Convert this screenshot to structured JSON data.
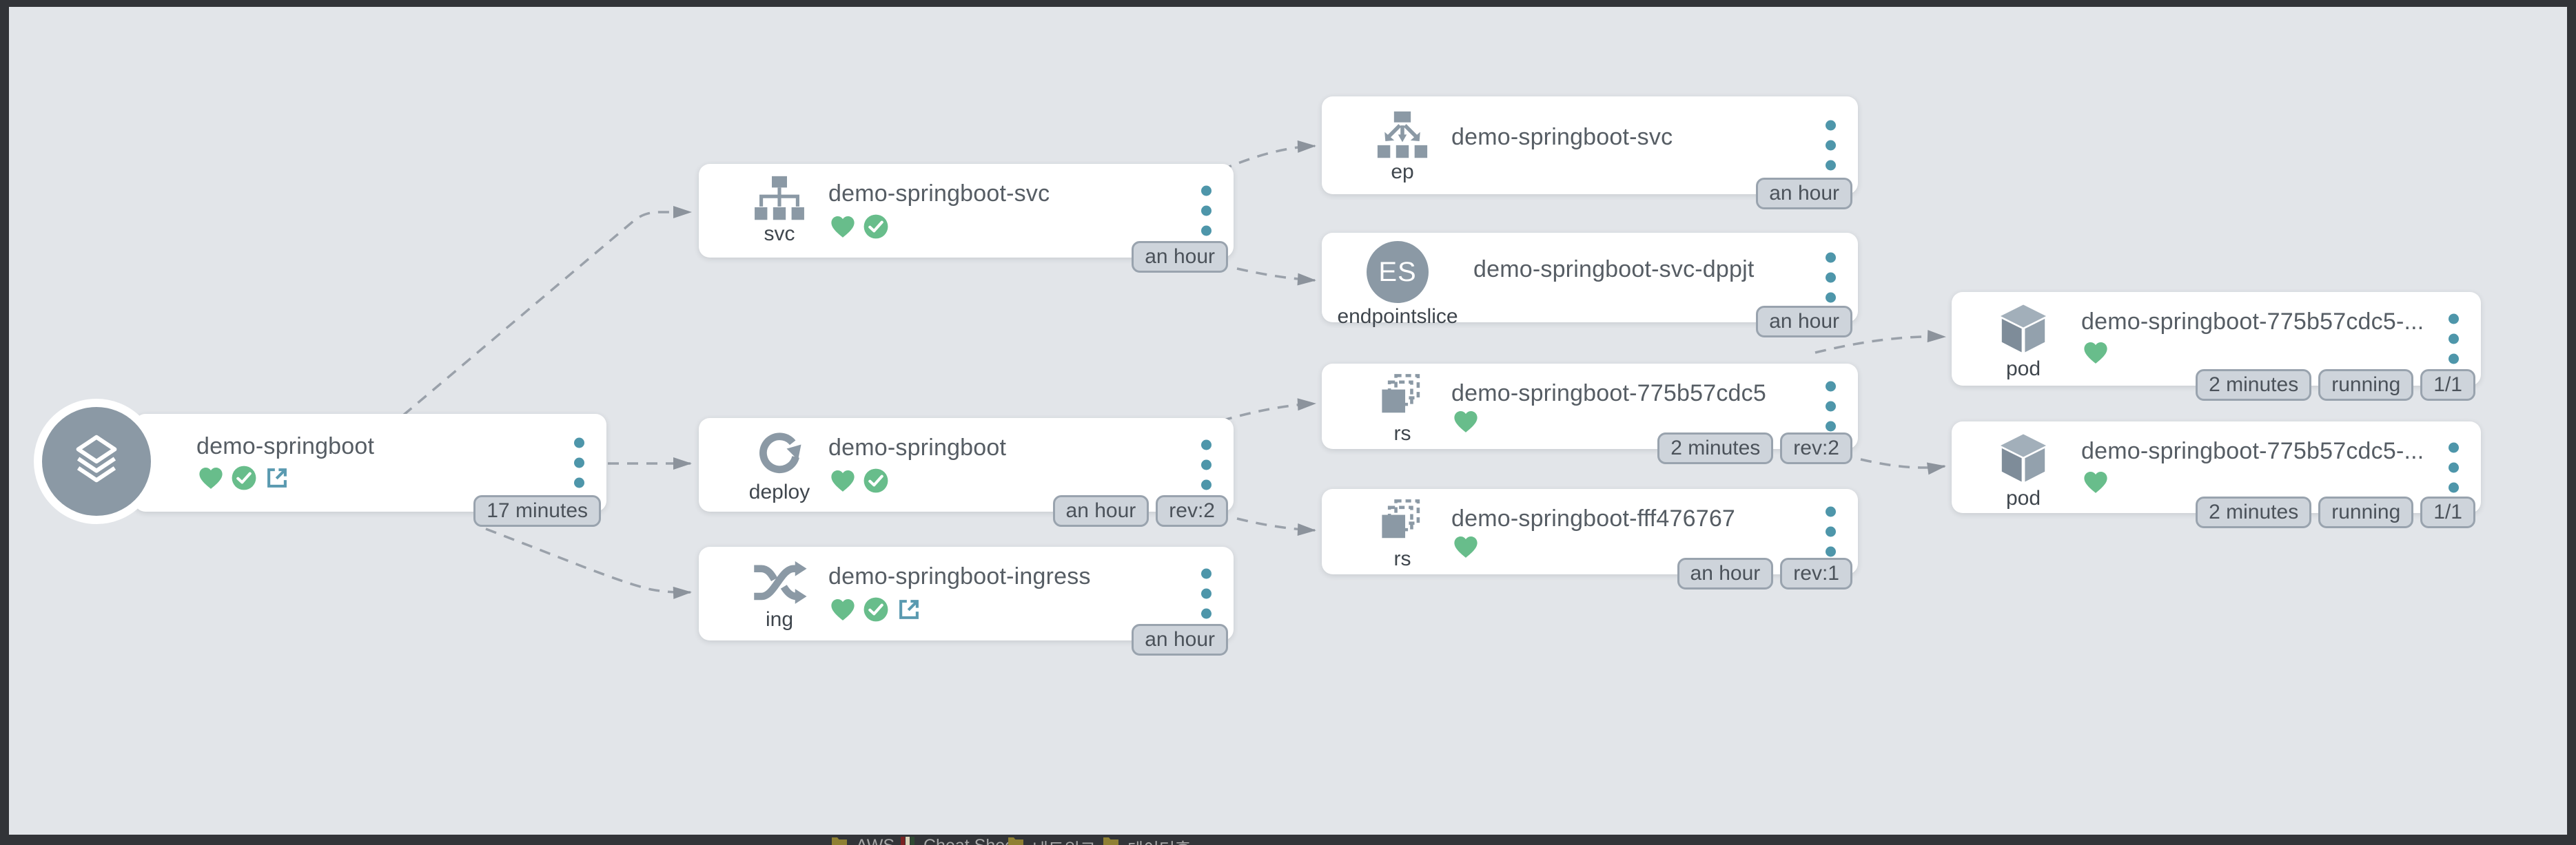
{
  "colors": {
    "frame": "#323438",
    "canvas": "#e2e5e9",
    "card": "#ffffff",
    "icon": "#8b99a5",
    "icon_light": "#a2afba",
    "icon_dark": "#7e8c99",
    "title": "#565d64",
    "label": "#3f464d",
    "green": "#68bd8b",
    "teal": "#4e96aa",
    "badge_bg": "#ced4db",
    "badge_border": "#99a3ae",
    "badge_text": "#4b525a",
    "edge": "#9aa1aa",
    "arrow": "#8c939c",
    "bm_text": "#a6a6a6",
    "folder": "#8f8033"
  },
  "graph": {
    "nodes": [
      {
        "kind": "application",
        "type_label": "",
        "title": "demo-springboot",
        "badges": [
          "17 minutes"
        ],
        "status_icons": [
          "healthy-heart",
          "ready-check",
          "external-link"
        ]
      },
      {
        "kind": "service",
        "type_label": "svc",
        "title": "demo-springboot-svc",
        "badges": [
          "an hour"
        ],
        "status_icons": [
          "healthy-heart",
          "ready-check"
        ]
      },
      {
        "kind": "deployment",
        "type_label": "deploy",
        "title": "demo-springboot",
        "badges": [
          "an hour",
          "rev:2"
        ],
        "status_icons": [
          "healthy-heart",
          "ready-check"
        ]
      },
      {
        "kind": "ingress",
        "type_label": "ing",
        "title": "demo-springboot-ingress",
        "badges": [
          "an hour"
        ],
        "status_icons": [
          "healthy-heart",
          "ready-check",
          "external-link"
        ]
      },
      {
        "kind": "endpoints",
        "type_label": "ep",
        "title": "demo-springboot-svc",
        "badges": [
          "an hour"
        ],
        "status_icons": []
      },
      {
        "kind": "endpointslice",
        "type_label": "endpointslice",
        "title": "demo-springboot-svc-dppjt",
        "badges": [
          "an hour"
        ],
        "status_icons": [],
        "icon_text": "ES"
      },
      {
        "kind": "replicaset",
        "type_label": "rs",
        "title": "demo-springboot-775b57cdc5",
        "badges": [
          "2 minutes",
          "rev:2"
        ],
        "status_icons": [
          "healthy-heart"
        ]
      },
      {
        "kind": "replicaset",
        "type_label": "rs",
        "title": "demo-springboot-fff476767",
        "badges": [
          "an hour",
          "rev:1"
        ],
        "status_icons": [
          "healthy-heart"
        ]
      },
      {
        "kind": "pod",
        "type_label": "pod",
        "title": "demo-springboot-775b57cdc5-...",
        "badges": [
          "2 minutes",
          "running",
          "1/1"
        ],
        "status_icons": [
          "healthy-heart"
        ]
      },
      {
        "kind": "pod",
        "type_label": "pod",
        "title": "demo-springboot-775b57cdc5-...",
        "badges": [
          "2 minutes",
          "running",
          "1/1"
        ],
        "status_icons": [
          "healthy-heart"
        ]
      }
    ]
  },
  "bookmarks_bar": {
    "items": [
      {
        "label": "AWS"
      },
      {
        "label": "Cheat Sheet"
      },
      {
        "label": "네트워크"
      },
      {
        "label": "데이터홈"
      }
    ]
  }
}
